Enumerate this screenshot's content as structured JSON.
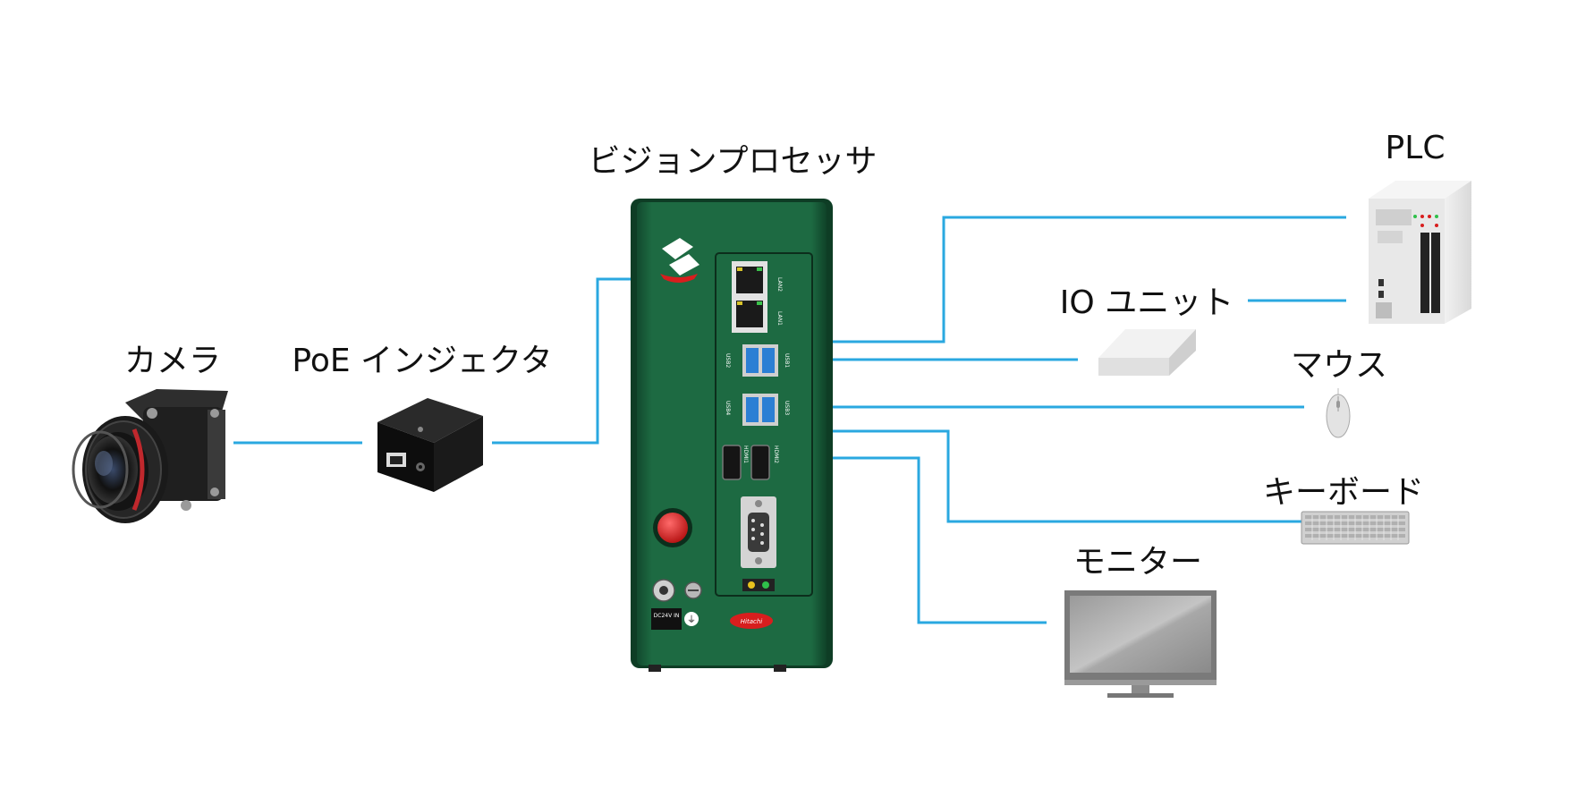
{
  "colors": {
    "link": "#2aa8e0",
    "processor_body": "#1a5c3a",
    "processor_edge": "#0e3d25",
    "button_red": "#d81e1e",
    "usb_blue": "#2b7fd4"
  },
  "labels": {
    "camera": "カメラ",
    "poe_injector": "PoE インジェクタ",
    "vision_processor": "ビジョンプロセッサ",
    "plc": "PLC",
    "io_unit": "IO ユニット",
    "mouse": "マウス",
    "keyboard": "キーボード",
    "monitor": "モニター"
  },
  "processor_panel": {
    "lan2": "LAN2",
    "lan1": "LAN1",
    "usb_top_left": "USB2",
    "usb_top_right": "USB1",
    "usb_bot_left": "USB4",
    "usb_bot_right": "USB3",
    "hdmi_left": "HDMI1",
    "hdmi_right": "HDMI2",
    "power": "DC24V IN",
    "brand": "Hitachi"
  },
  "icons": {
    "camera": "industrial-camera-icon",
    "poe": "poe-injector-icon",
    "plc": "plc-icon",
    "io": "io-unit-icon",
    "mouse": "mouse-icon",
    "keyboard": "keyboard-icon",
    "monitor": "monitor-icon"
  }
}
